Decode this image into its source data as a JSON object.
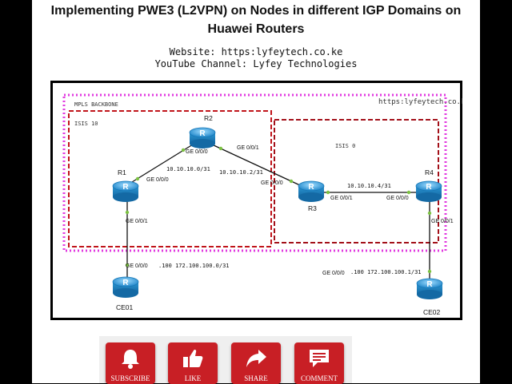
{
  "header": {
    "title_line1": "Implementing PWE3 (L2VPN) on Nodes in different IGP Domains on",
    "title_line2": "Huawei Routers",
    "website": "Website: https:lyfeytech.co.ke",
    "youtube": "YouTube Channel: Lyfey Technologies"
  },
  "diagram": {
    "watermark": "https:lyfeytech.co.ke",
    "backbone_label": "MPLS BACKBONE",
    "isis10_label": "ISIS 10",
    "isis0_label": "ISIS 0",
    "router_glyph": "R",
    "nodes": {
      "r1": "R1",
      "r2": "R2",
      "r3": "R3",
      "r4": "R4",
      "ce01": "CE01",
      "ce02": "CE02"
    },
    "interfaces": {
      "r1_r2": "GE 0/0/0",
      "r2_r1": "GE 0/0/0",
      "r2_r3": "GE 0/0/1",
      "r3_r2": "GE 0/0/0",
      "r3_r4": "GE 0/0/1",
      "r4_r3": "GE 0/0/0",
      "r1_ce01": "GE 0/0/1",
      "ce01_r1": "GE 0/0/0",
      "r4_ce02": "GE 0/0/1",
      "ce02_r4": "GE 0/0/0"
    },
    "subnets": {
      "r1_r2": "10.10.10.0/31",
      "r2_r3": "10.10.10.2/31",
      "r3_r4": "10.10.10.4/31",
      "r1_ce01": ".100 172.100.100.0/31",
      "r4_ce02": ".100 172.100.100.1/31"
    },
    "colors": {
      "backbone": "#e23ae0",
      "domain": "#c0141a",
      "router": "#2f9fd8",
      "link_dot": "#7cc242"
    }
  },
  "social": {
    "subscribe": "SUBSCRIBE",
    "like": "LIKE",
    "share": "SHARE",
    "comment": "COMMENT",
    "button_color": "#c81f25"
  }
}
